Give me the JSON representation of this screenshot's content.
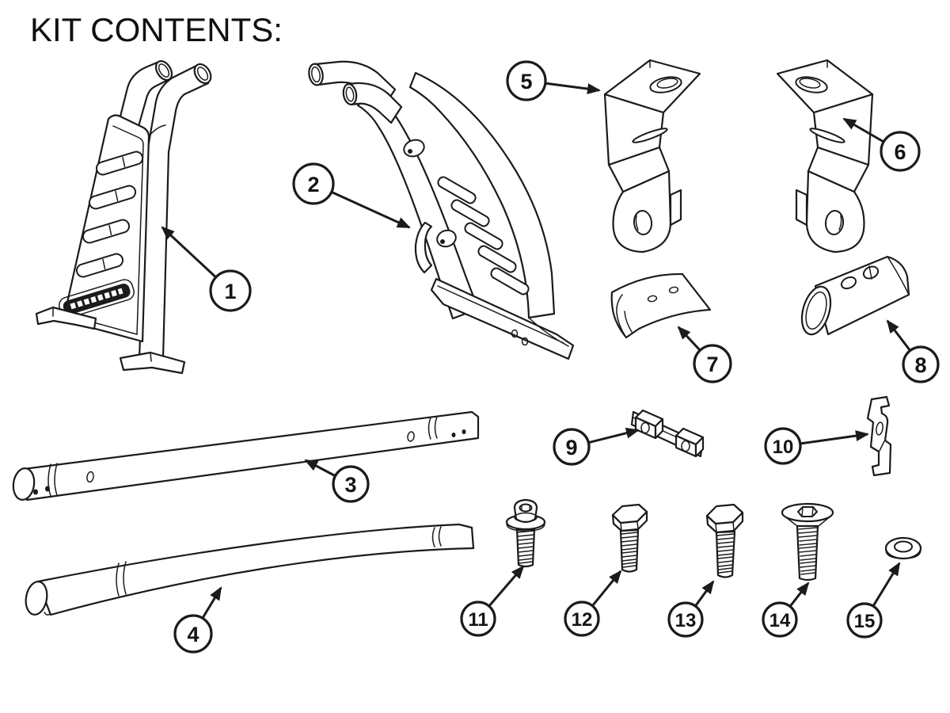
{
  "page": {
    "title": "KIT CONTENTS:"
  },
  "colors": {
    "background": "#ffffff",
    "line": "#1b1b1b"
  },
  "callouts": [
    {
      "number": "1"
    },
    {
      "number": "2"
    },
    {
      "number": "3"
    },
    {
      "number": "4"
    },
    {
      "number": "5"
    },
    {
      "number": "6"
    },
    {
      "number": "7"
    },
    {
      "number": "8"
    },
    {
      "number": "9"
    },
    {
      "number": "10"
    },
    {
      "number": "11"
    },
    {
      "number": "12"
    },
    {
      "number": "13"
    },
    {
      "number": "14"
    },
    {
      "number": "15"
    }
  ]
}
